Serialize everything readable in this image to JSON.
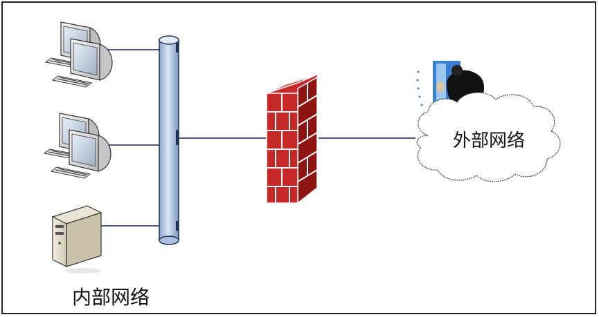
{
  "diagram": {
    "internal_label": "内部网络",
    "external_label": "外部网络"
  },
  "colors": {
    "bus_fill": "#b8cde6",
    "bus_stroke": "#1f2f55",
    "brick_front": "#c62828",
    "brick_side": "#8e1414",
    "brick_top": "#d94444",
    "mortar": "#ffffff",
    "line": "#1c2260",
    "cloud_fill": "#ffffff",
    "cloud_stroke": "#333333"
  },
  "nodes": [
    {
      "name": "workstation-icon"
    },
    {
      "name": "workstation-icon"
    },
    {
      "name": "server-icon"
    },
    {
      "name": "network-bus"
    },
    {
      "name": "firewall-icon"
    },
    {
      "name": "intruder-icon"
    },
    {
      "name": "internet-cloud"
    }
  ]
}
